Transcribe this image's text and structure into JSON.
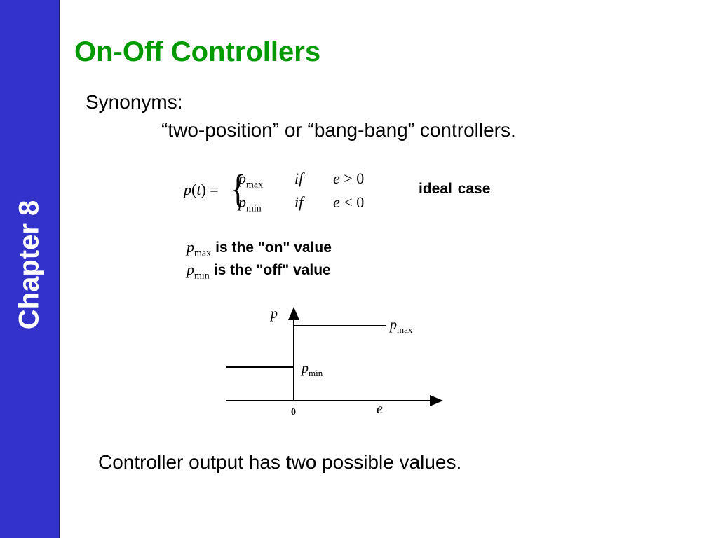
{
  "sidebar": {
    "chapter_label": "Chapter 8"
  },
  "slide": {
    "title": "On-Off Controllers",
    "synonyms_label": "Synonyms:",
    "synonyms_value": "“two-position” or “bang-bang” controllers.",
    "footer": "Controller output has two possible values."
  },
  "equation": {
    "lhs_p": "p",
    "lhs_t": "t",
    "equals": "=",
    "p": "p",
    "max_sub": "max",
    "min_sub": "min",
    "if": "if",
    "e": "e",
    "gt": ">",
    "lt": "<",
    "zero": "0",
    "ideal_case": "ideal case"
  },
  "definitions": [
    {
      "sym": "p",
      "sub": "max",
      "text": "is the \"on\" value"
    },
    {
      "sym": "p",
      "sub": "min",
      "text": "is the \"off\" value"
    }
  ],
  "plot_labels": {
    "y_axis": "p",
    "x_axis": "e",
    "origin": "0",
    "pmax_p": "p",
    "pmax_sub": "max",
    "pmin_p": "p",
    "pmin_sub": "min"
  },
  "colors": {
    "sidebar": "#3333cc",
    "title": "#009900",
    "text": "#000000"
  }
}
